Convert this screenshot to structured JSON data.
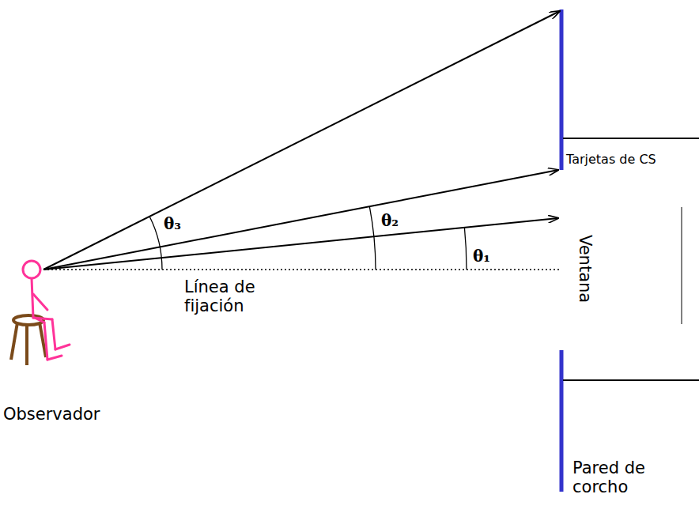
{
  "diagram": {
    "labels": [
      "θ₃",
      "θ₂",
      "θ₁",
      "Línea de fijación",
      "Observador",
      "Tarjetas de CS",
      "Ventana",
      "Pared de corcho"
    ]
  }
}
